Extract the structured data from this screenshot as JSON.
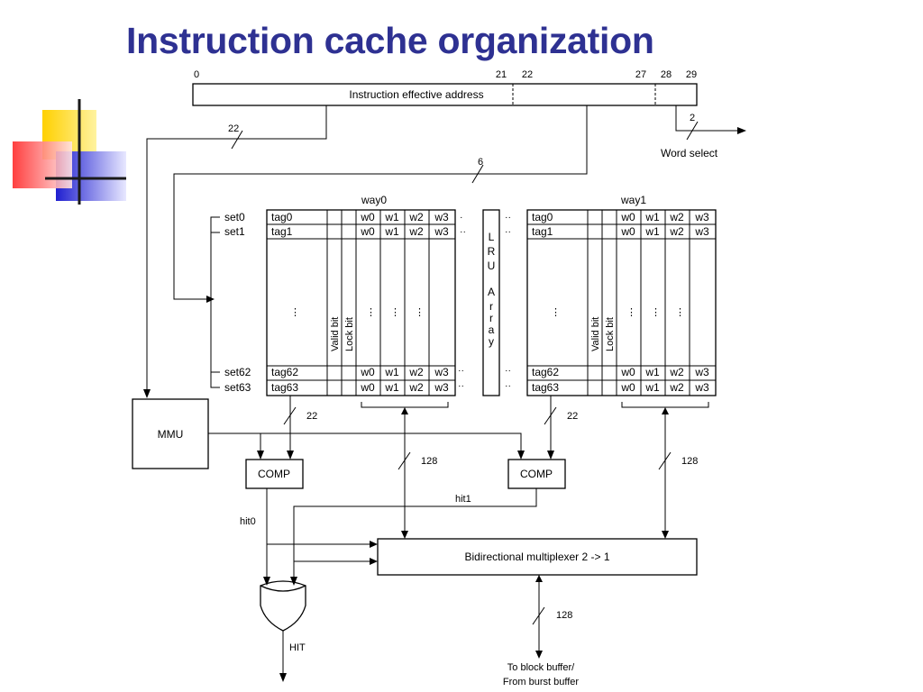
{
  "slide": {
    "title": "Instruction cache organization"
  },
  "address": {
    "label": "Instruction effective address",
    "bits": [
      "0",
      "21",
      "22",
      "27",
      "28",
      "29"
    ]
  },
  "buses": {
    "tag_width": "22",
    "set_width": "6",
    "word_width": "2",
    "data_width": "128"
  },
  "word_select": "Word select",
  "ways": [
    {
      "name": "way0",
      "rows": [
        {
          "set": "set0",
          "tag": "tag0"
        },
        {
          "set": "set1",
          "tag": "tag1"
        },
        {
          "set": "set62",
          "tag": "tag62"
        },
        {
          "set": "set63",
          "tag": "tag63"
        }
      ]
    },
    {
      "name": "way1",
      "rows": [
        {
          "set": "",
          "tag": "tag0"
        },
        {
          "set": "",
          "tag": "tag1"
        },
        {
          "set": "",
          "tag": "tag62"
        },
        {
          "set": "",
          "tag": "tag63"
        }
      ]
    }
  ],
  "words": [
    "w0",
    "w1",
    "w2",
    "w3"
  ],
  "valid_bit": "Valid bit",
  "lock_bit": "Lock bit",
  "lru_letters": [
    "L",
    "R",
    "U",
    "A",
    "r",
    "r",
    "a",
    "y"
  ],
  "mmu": "MMU",
  "comp": "COMP",
  "hit0": "hit0",
  "hit1": "hit1",
  "hit": "HIT",
  "mux": "Bidirectional multiplexer 2 -> 1",
  "output": {
    "line1": "To block buffer/",
    "line2": "From burst buffer"
  },
  "colors": {
    "title": "#2e3192",
    "logo_yellow": "#ffd700",
    "logo_blue": "#2b2bd1",
    "logo_red": "#ff3a3a"
  }
}
